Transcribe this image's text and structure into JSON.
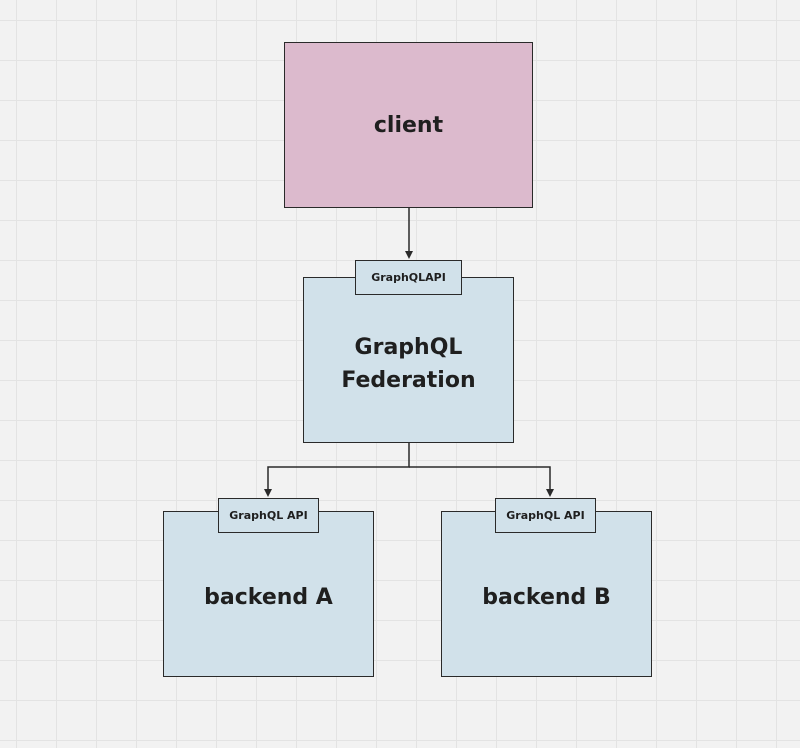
{
  "colors": {
    "client_fill": "#dcbacd",
    "service_fill": "#d1e1ea",
    "border": "#2a2a2a",
    "canvas_bg": "#f2f2f2",
    "grid_line": "#e3e3e3"
  },
  "nodes": {
    "client": {
      "label": "client"
    },
    "federation": {
      "label_line1": "GraphQL",
      "label_line2": "Federation",
      "tab": "GraphQLAPI"
    },
    "backend_a": {
      "label": "backend A",
      "tab": "GraphQL API"
    },
    "backend_b": {
      "label": "backend B",
      "tab": "GraphQL API"
    }
  },
  "edges": [
    {
      "from": "client",
      "to": "federation"
    },
    {
      "from": "federation",
      "to": "backend_a"
    },
    {
      "from": "federation",
      "to": "backend_b"
    }
  ]
}
